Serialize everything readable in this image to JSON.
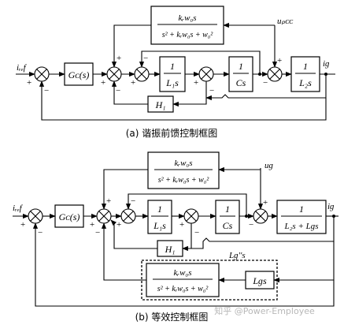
{
  "blocks": {
    "gc": "Gᴄ(s)",
    "h1": "H₁",
    "one": "1",
    "l1s": "L₁s",
    "cs": "Cs",
    "l2s": "L₂s",
    "l2_plus_lg_s": "L₂s + Lɡs",
    "lgs": "Lɡs",
    "res_num": "kᵣw₀s",
    "res_den": "s² + kᵣw₀s + w₀²"
  },
  "signals": {
    "iref": "iᵣₑf",
    "upcc": "uₚᴄᴄ",
    "ug": "uɡ",
    "ig": "iɡ",
    "lg_prime_s": "Lɡ'′s"
  },
  "signs": {
    "plus": "+",
    "minus": "−"
  },
  "captions": {
    "a": "(a)  谐振前馈控制框图",
    "b": "(b)  等效控制框图"
  },
  "watermark": "知乎 @Power-Employee"
}
